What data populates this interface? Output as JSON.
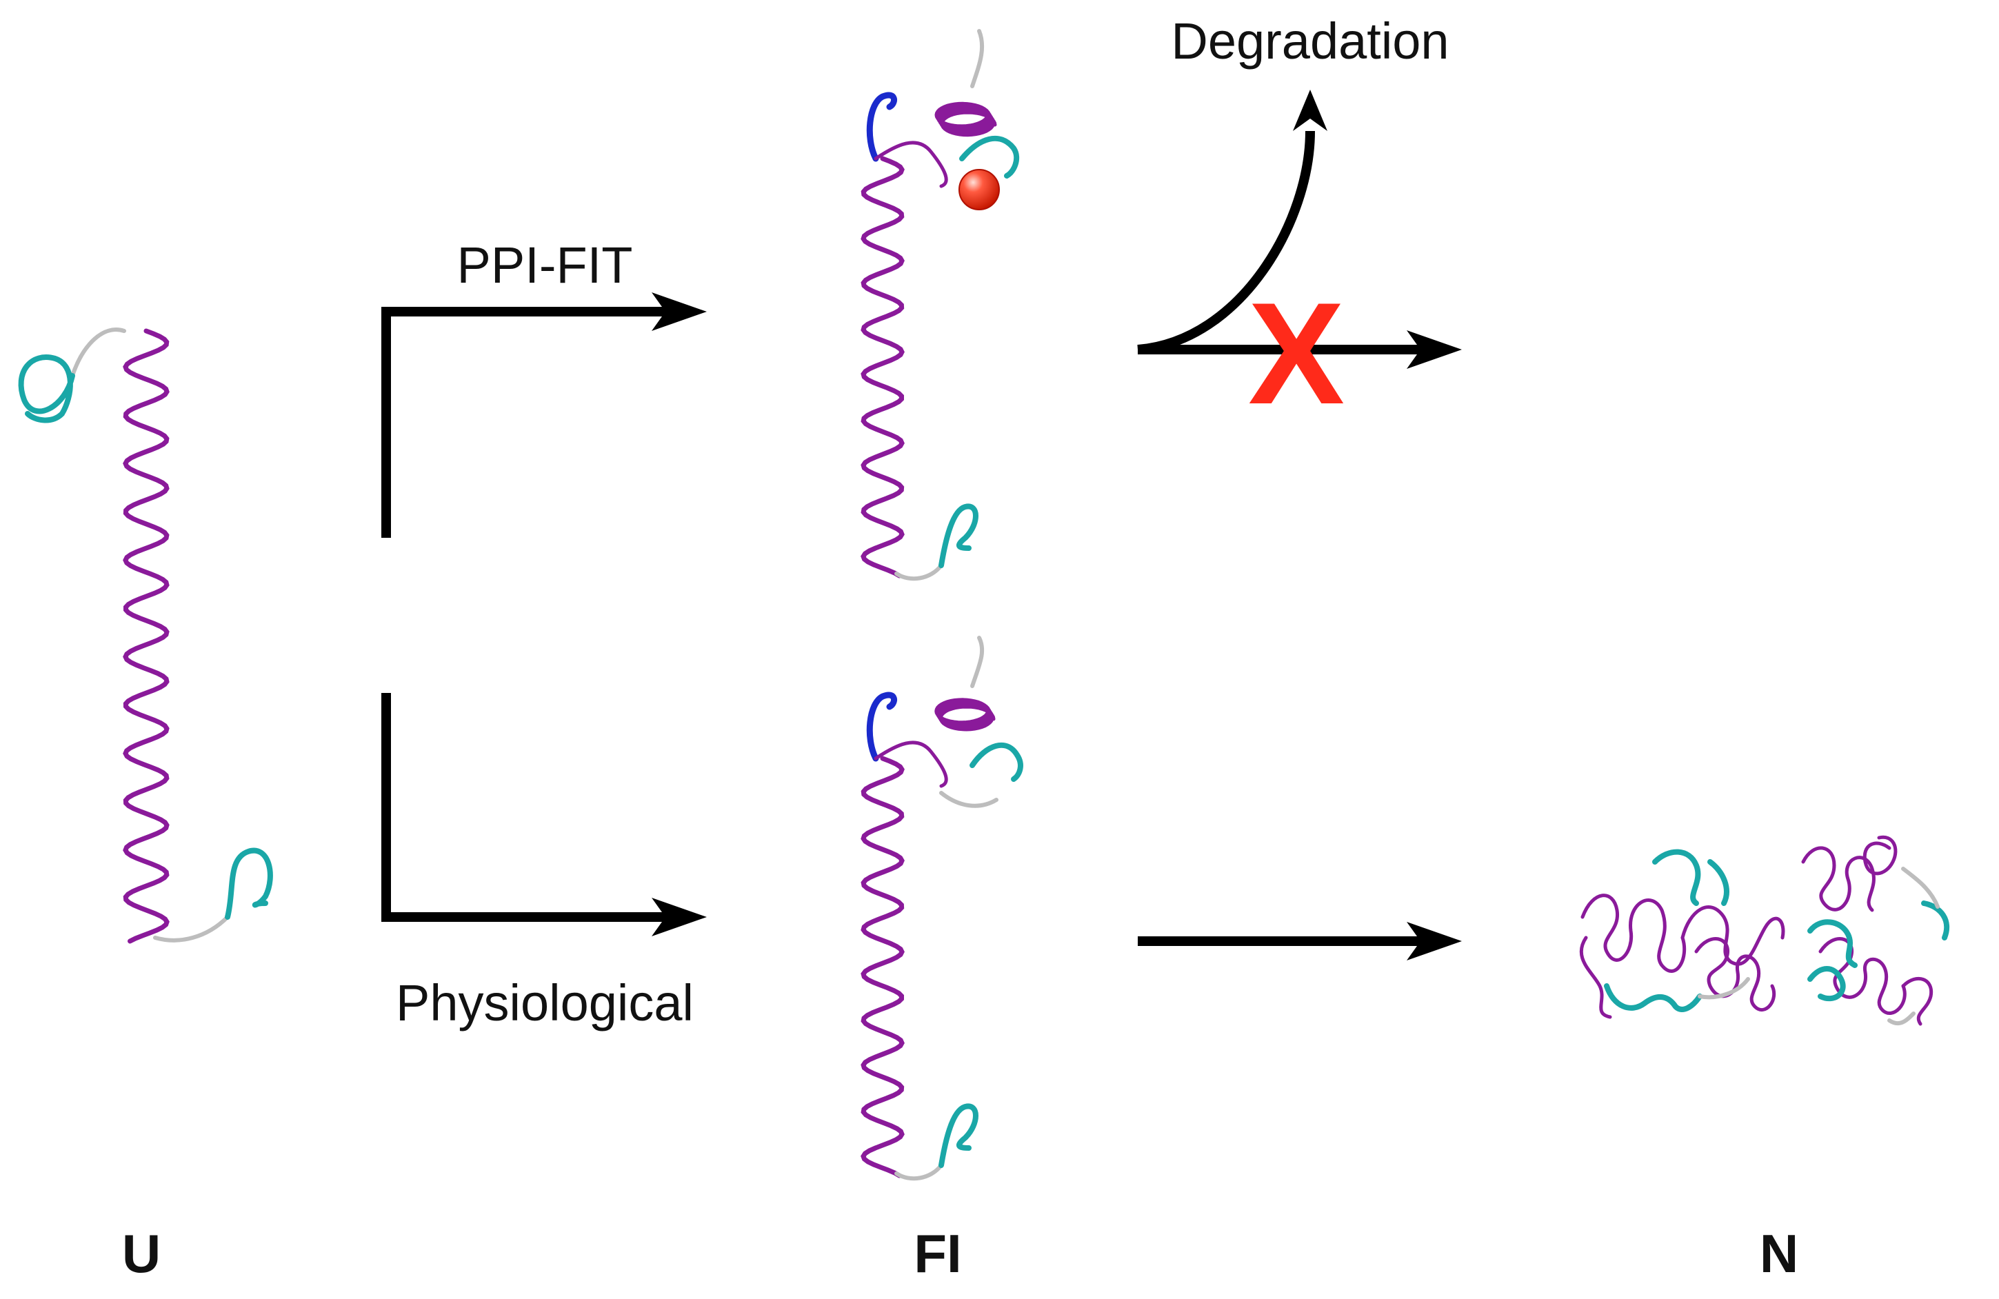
{
  "labels": {
    "degradation": "Degradation",
    "ppi_fit": "PPI-FIT",
    "physiological": "Physiological",
    "blocked_mark": "X",
    "state_u": "U",
    "state_fi": "FI",
    "state_n": "N"
  },
  "colors": {
    "helix": "#8a1a9a",
    "loop_cyan": "#1aa7a7",
    "loop_gray": "#bdbdbd",
    "loop_blue": "#1a2acc",
    "blocked_mark": "#ff2a1a",
    "ligand_sphere": "#ff3322",
    "arrow": "#000000"
  },
  "icons": {
    "protein_u": "extended-helix-protein",
    "protein_fi": "folding-intermediate-protein",
    "protein_n": "native-folded-dimer",
    "ligand": "red-sphere-ligand",
    "blocked": "red-x-cross"
  }
}
